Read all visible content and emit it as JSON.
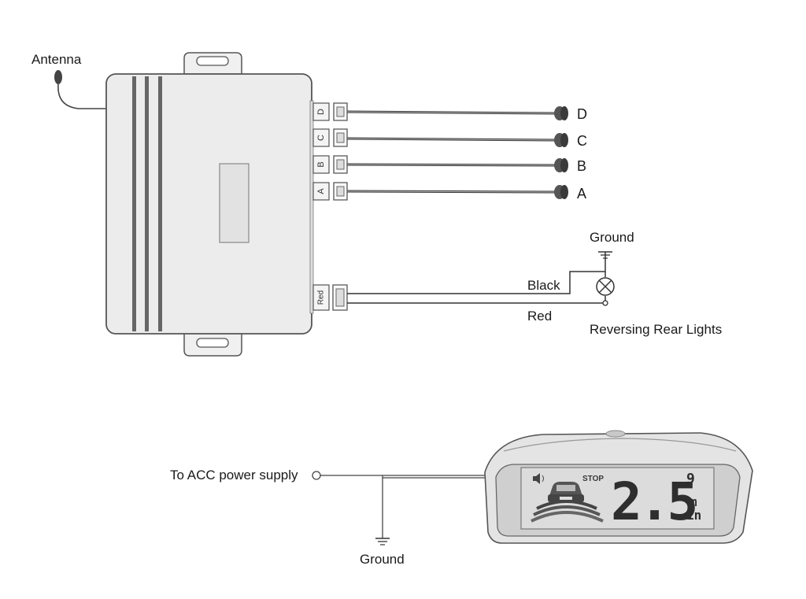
{
  "labels": {
    "antenna": "Antenna",
    "ground_top": "Ground",
    "black": "Black",
    "red": "Red",
    "reversing": "Reversing Rear Lights",
    "acc": "To ACC power supply",
    "ground_bottom": "Ground"
  },
  "sensors": [
    {
      "port": "D",
      "label": "D"
    },
    {
      "port": "C",
      "label": "C"
    },
    {
      "port": "B",
      "label": "B"
    },
    {
      "port": "A",
      "label": "A"
    }
  ],
  "red_port": "Red",
  "display": {
    "stop": "STOP",
    "reading": "2.5",
    "unit_top": "9",
    "unit_mid": "m",
    "unit_bot": "in"
  },
  "colors": {
    "line": "#2a2a2a",
    "module_fill": "#ececec",
    "lcd_fill": "#dcdcdc",
    "sensor_fill": "#3a3a3a"
  }
}
